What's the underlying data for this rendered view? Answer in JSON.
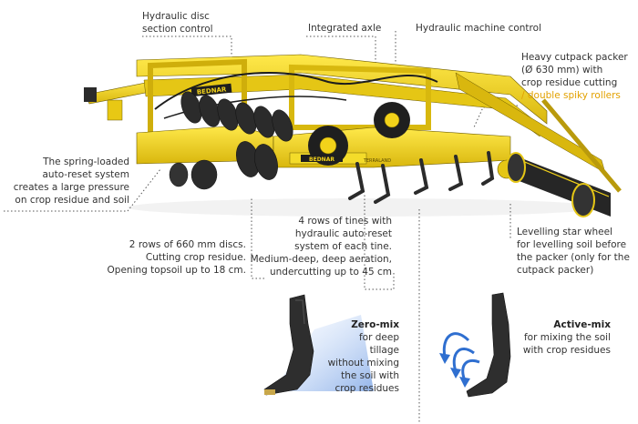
{
  "callouts": {
    "hydraulic_disc": [
      "Hydraulic disc",
      "section control"
    ],
    "integrated_axle": "Integrated axle",
    "hydraulic_machine": "Hydraulic machine control",
    "packer_lines": [
      "Heavy cutpack packer",
      "(Ø 630 mm) with",
      "crop residue cutting"
    ],
    "packer_alt": "/ double spiky rollers",
    "spring_loaded": [
      "The spring-loaded",
      "auto-reset system",
      "creates a large pressure",
      "on crop residue and soil"
    ],
    "discs": [
      "2 rows of 660 mm discs.",
      "Cutting crop residue.",
      "Opening topsoil up to 18 cm."
    ],
    "tines": [
      "4 rows of tines with",
      "hydraulic auto-reset",
      "system of each tine.",
      "Medium-deep, deep aeration,",
      "undercutting up to 45 cm"
    ],
    "levelling": [
      "Levelling star wheel",
      "for levelling soil before",
      "the packer (only for the",
      "cutpack packer)"
    ]
  },
  "zero_mix": {
    "title": "Zero-mix",
    "lines": [
      "for deep",
      "tillage",
      "without mixing",
      "the soil with",
      "crop residues"
    ]
  },
  "active_mix": {
    "title": "Active-mix",
    "lines": [
      "for mixing the soil",
      "with crop residues"
    ]
  },
  "machine": {
    "brand_front": "BEDNAR",
    "brand_axle": "BEDNAR",
    "model": "TERRALAND"
  },
  "colors": {
    "machine_yellow": "#f2d21a",
    "machine_shadow": "#b99a0c",
    "steel_dark": "#2b2b2b",
    "text": "#333333",
    "highlight": "#e2a100",
    "arrow_blue": "#2f6fd0"
  }
}
